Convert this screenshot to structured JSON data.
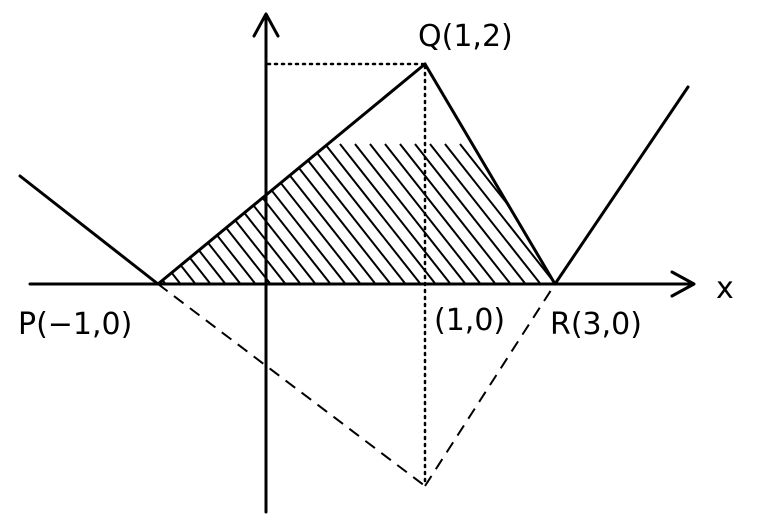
{
  "labels": {
    "x_axis": "x",
    "point_p": "P(−1,0)",
    "point_q": "Q(1,2)",
    "point_r": "R(3,0)",
    "point_10": "(1,0)"
  },
  "points": {
    "P": [
      -1,
      0
    ],
    "Q": [
      1,
      2
    ],
    "R": [
      3,
      0
    ],
    "foot": [
      1,
      0
    ],
    "reflected_Q": [
      1,
      -2
    ]
  }
}
